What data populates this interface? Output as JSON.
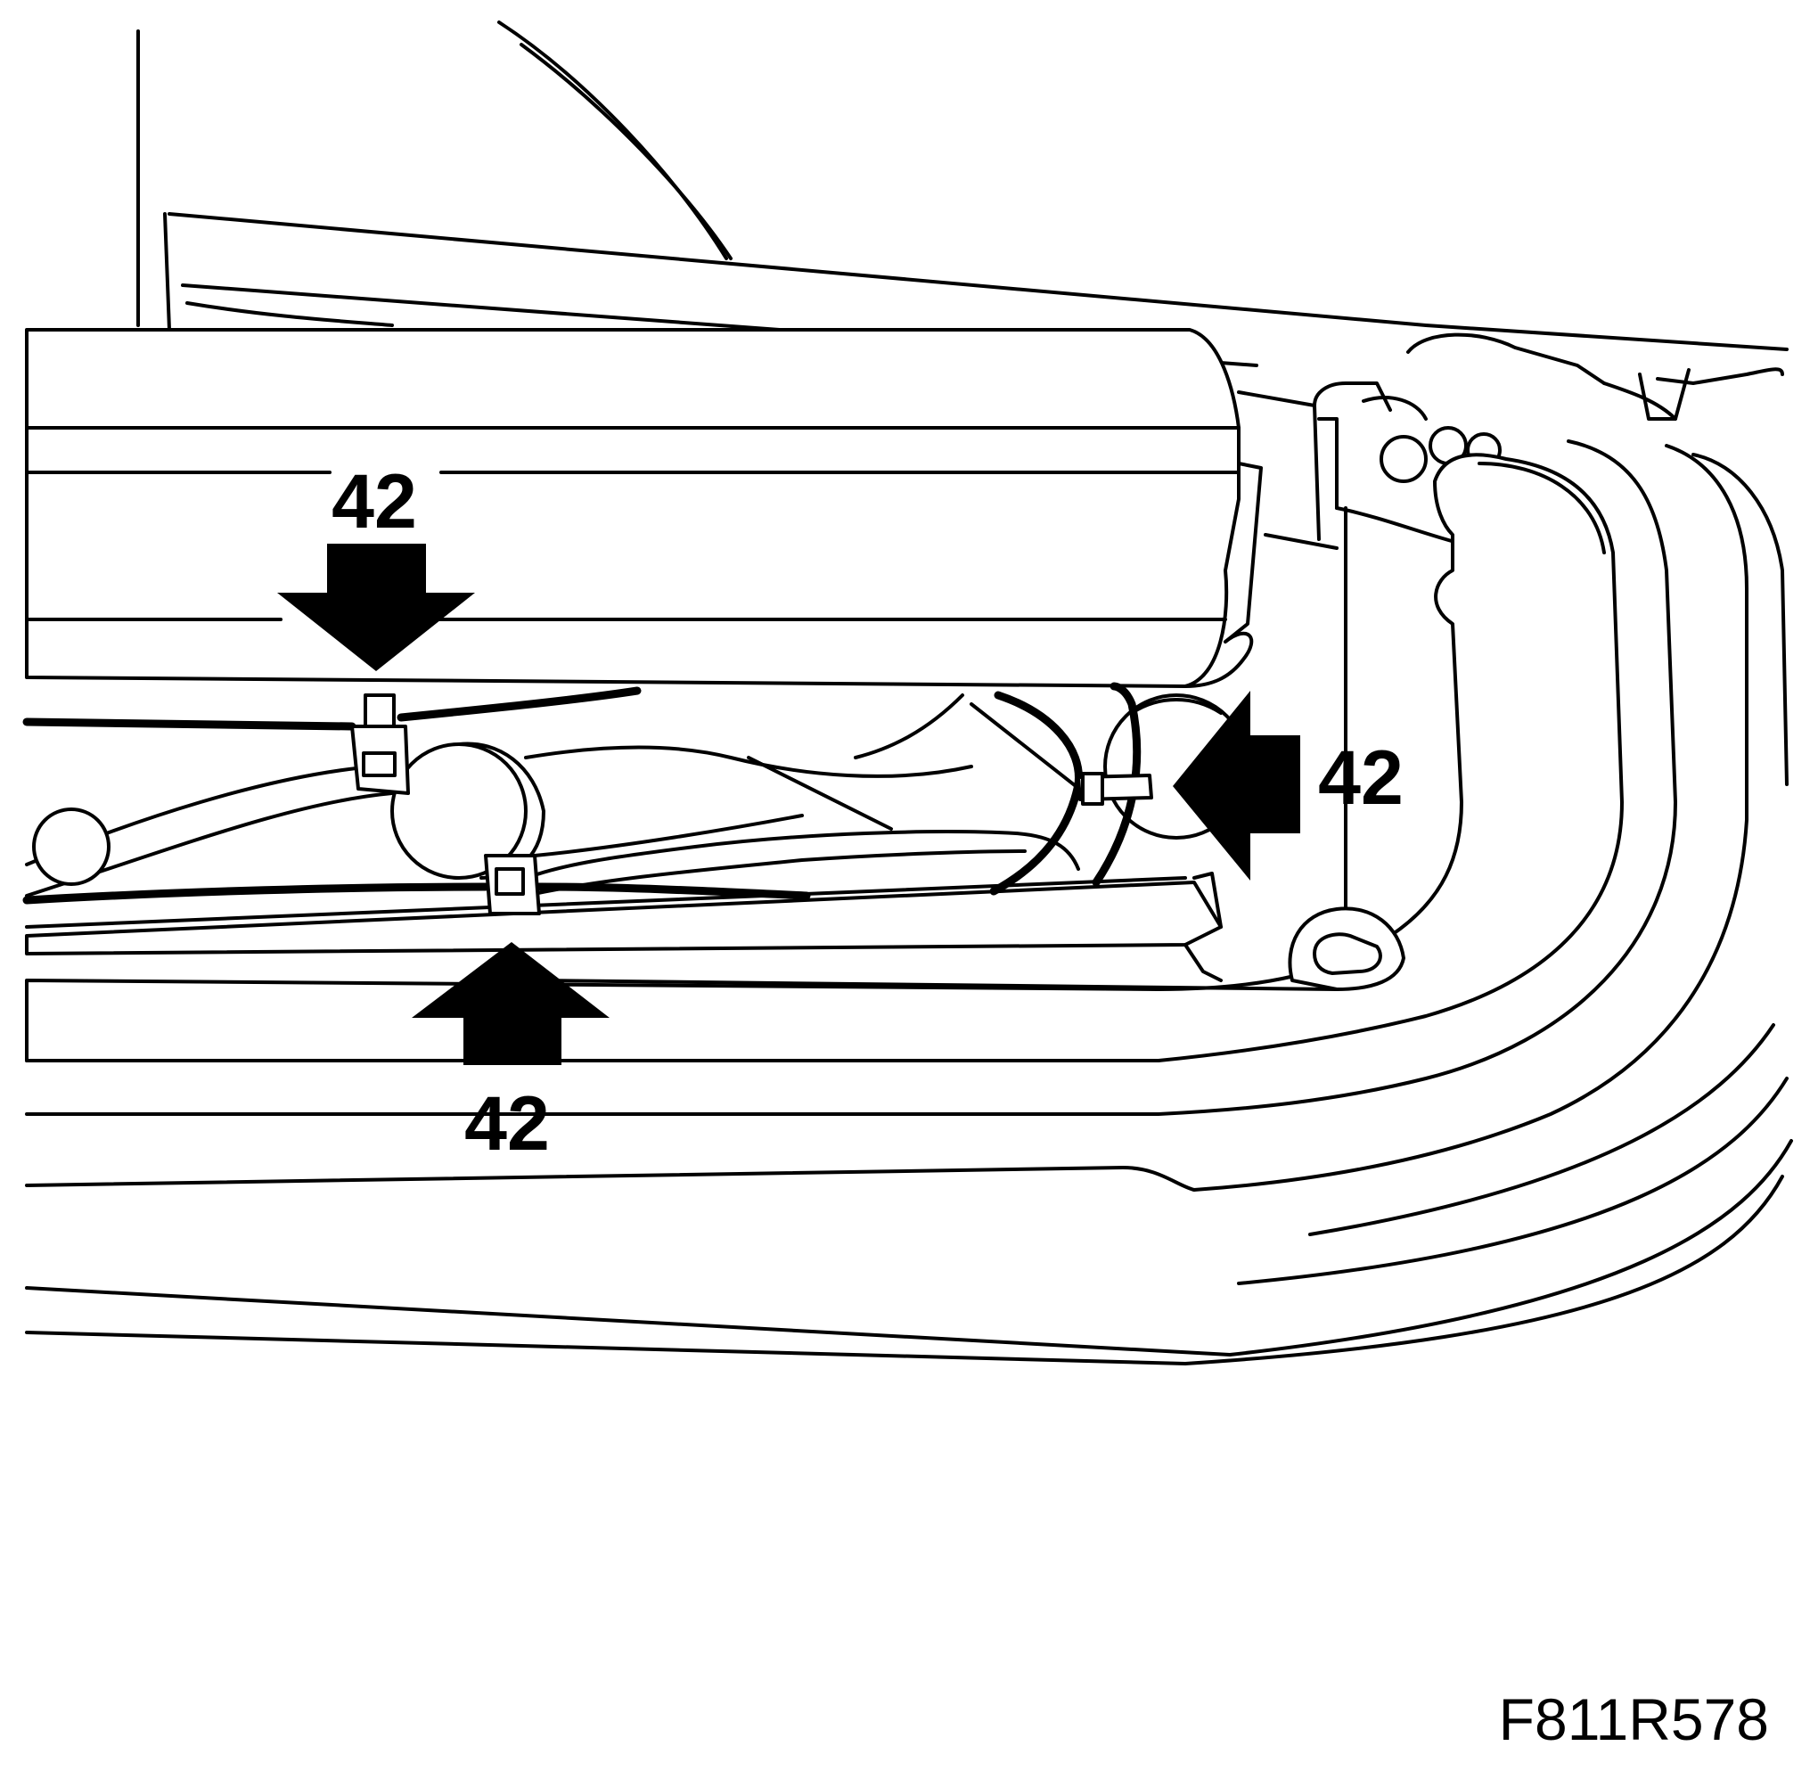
{
  "callouts": [
    {
      "id": "top",
      "label": "42",
      "direction": "down"
    },
    {
      "id": "right",
      "label": "42",
      "direction": "left"
    },
    {
      "id": "bottom",
      "label": "42",
      "direction": "up"
    }
  ],
  "figure_id": "F811R578",
  "colors": {
    "line": "#000000",
    "background": "#ffffff"
  }
}
